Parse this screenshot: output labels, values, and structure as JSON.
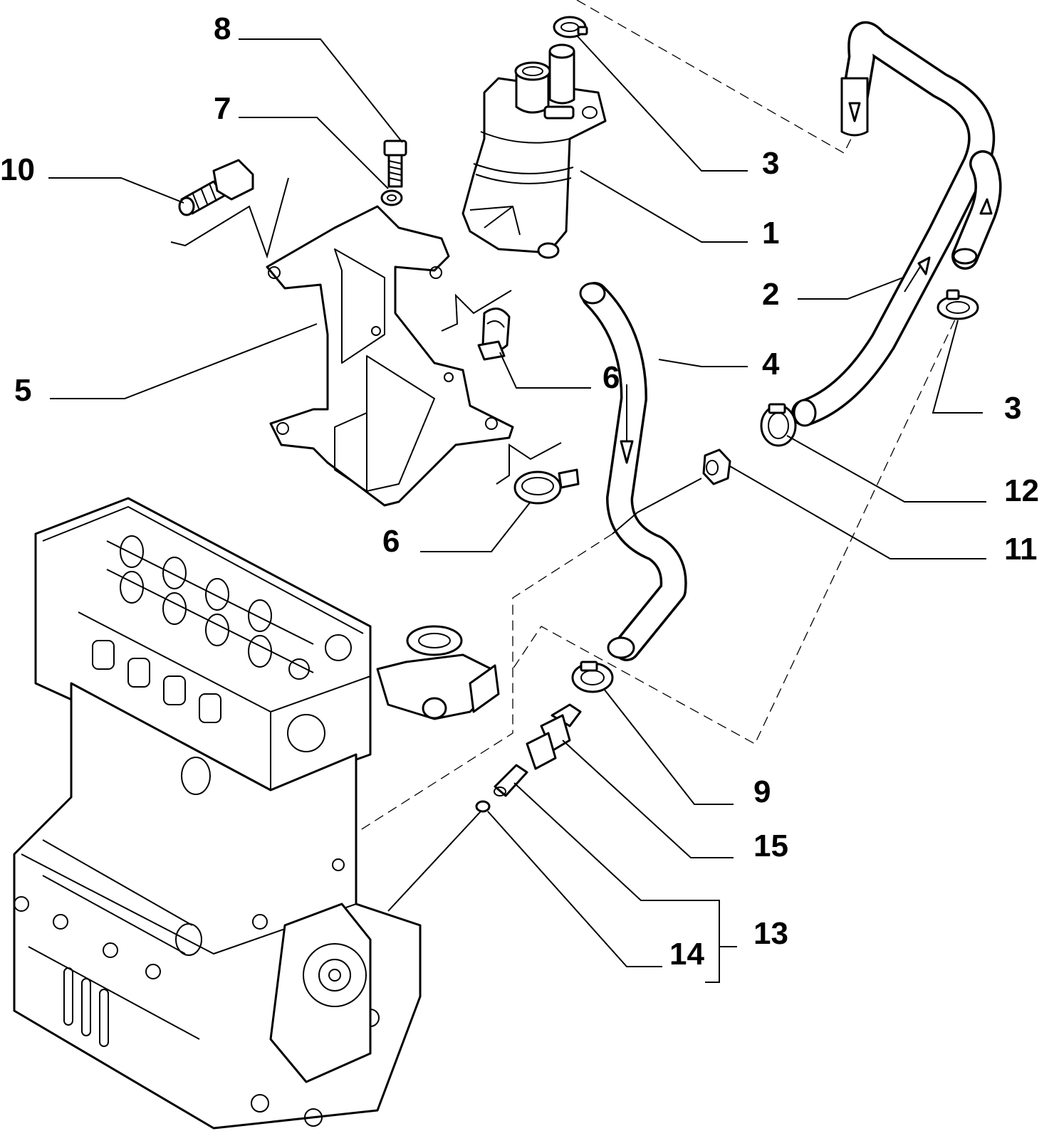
{
  "callouts": [
    {
      "id": "c1",
      "text": "1"
    },
    {
      "id": "c2",
      "text": "2"
    },
    {
      "id": "c3a",
      "text": "3"
    },
    {
      "id": "c3b",
      "text": "3"
    },
    {
      "id": "c4",
      "text": "4"
    },
    {
      "id": "c5",
      "text": "5"
    },
    {
      "id": "c6a",
      "text": "6"
    },
    {
      "id": "c6b",
      "text": "6"
    },
    {
      "id": "c7",
      "text": "7"
    },
    {
      "id": "c8",
      "text": "8"
    },
    {
      "id": "c9",
      "text": "9"
    },
    {
      "id": "c10",
      "text": "10"
    },
    {
      "id": "c11",
      "text": "11"
    },
    {
      "id": "c12",
      "text": "12"
    },
    {
      "id": "c13",
      "text": "13"
    },
    {
      "id": "c14",
      "text": "14"
    },
    {
      "id": "c15",
      "text": "15"
    }
  ],
  "colors": {
    "line": "#000000",
    "background": "#ffffff"
  }
}
